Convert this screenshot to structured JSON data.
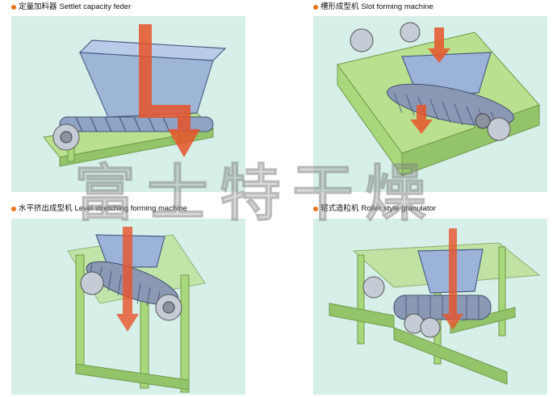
{
  "panels": [
    {
      "cn": "定量加料器",
      "en": "Settlet capacity feder"
    },
    {
      "cn": "槽形成型机",
      "en": "Slot forming machine"
    },
    {
      "cn": "水平挤出成型机",
      "en": "Level stretching forming machine"
    },
    {
      "cn": "辊式造粒机",
      "en": "Roller style granulator"
    }
  ],
  "watermark": "富士特干燥",
  "colors": {
    "bullet": "#e8741c",
    "panel_bg": "#d6efe8",
    "frame": "#b9e08e",
    "hopper": "#9bb3d8",
    "arrow": "#e8542a"
  }
}
